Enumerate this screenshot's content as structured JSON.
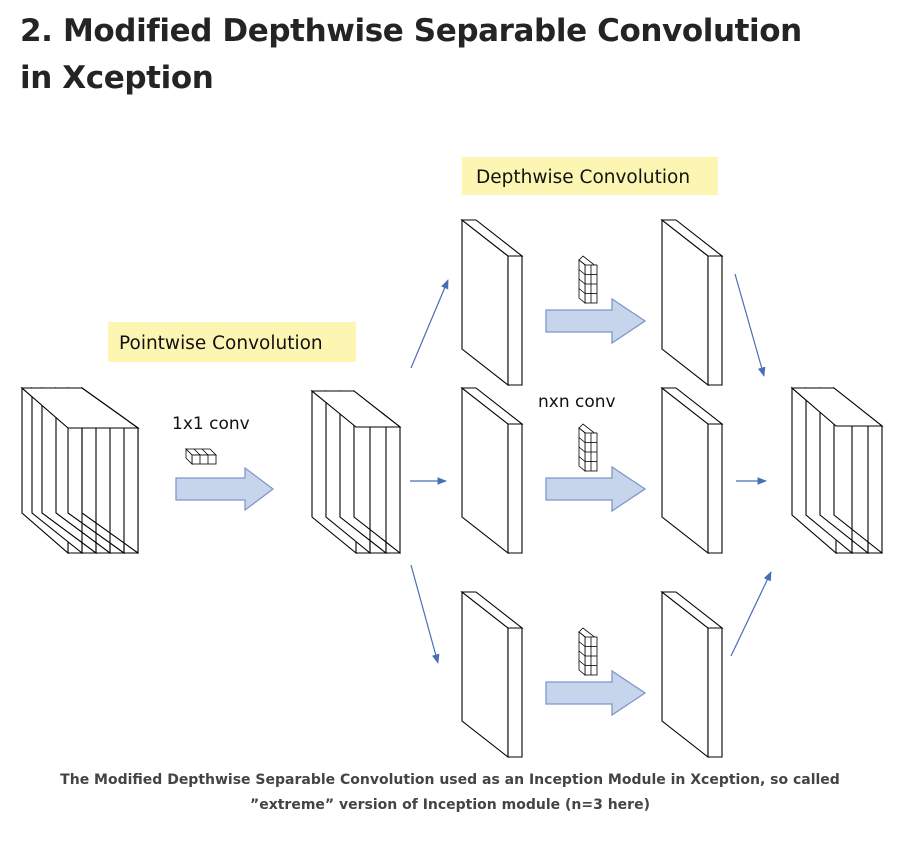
{
  "heading": {
    "line1": "2. Modified Depthwise Separable Convolution",
    "line2": "in Xception"
  },
  "diagram": {
    "pointwise_label": "Pointwise Convolution",
    "depthwise_label": "Depthwise Convolution",
    "pointwise_op": "1x1 conv",
    "depthwise_op": "nxn conv",
    "branch_count": 3
  },
  "caption": {
    "line1": "The Modified Depthwise Separable Convolution used as an Inception Module in Xception, so called",
    "line2": "”extreme” version of Inception module (n=3 here)"
  },
  "colors": {
    "label_highlight": "#fdf6b2",
    "arrow_fill": "#c7d5ec",
    "connector": "#4a6eb5"
  }
}
